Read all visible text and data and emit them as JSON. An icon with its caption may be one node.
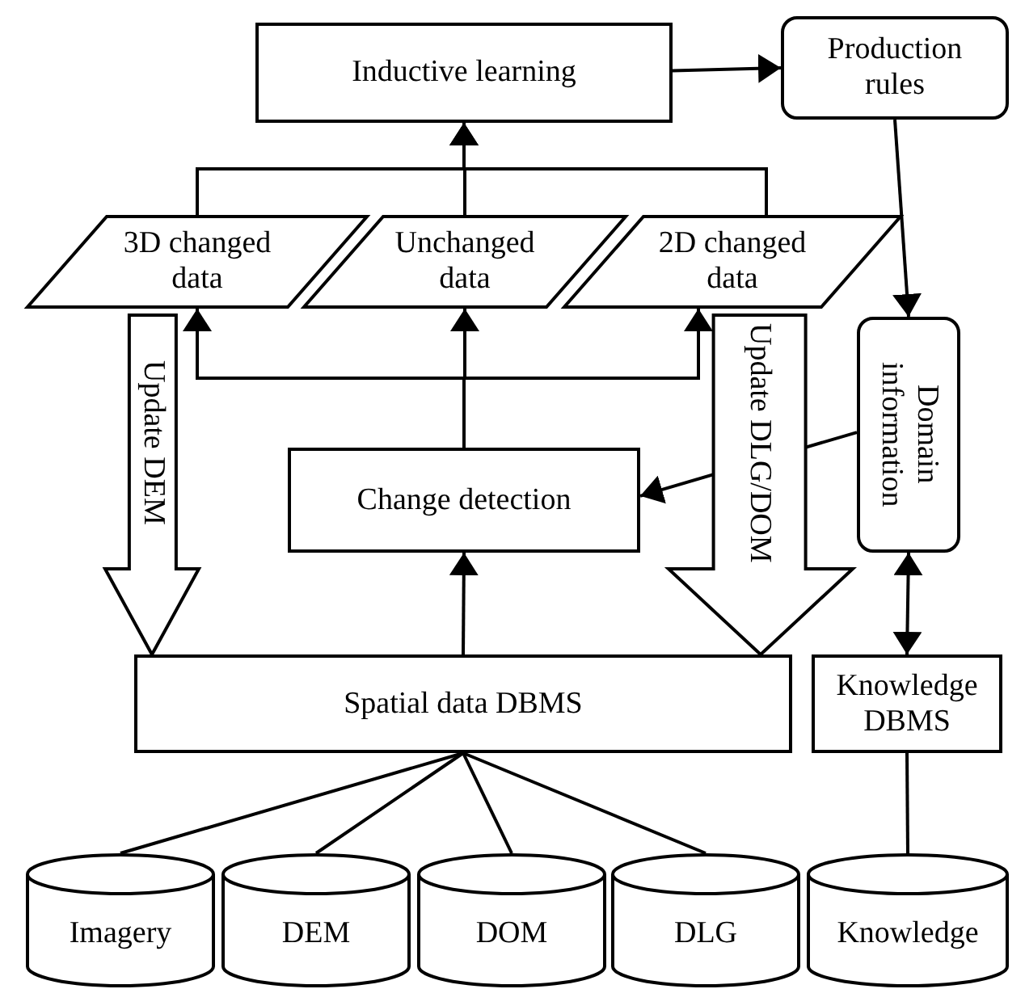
{
  "diagram": {
    "nodes": [
      {
        "text": [
          "Inductive learning"
        ]
      },
      {
        "text": [
          "Production rules"
        ]
      },
      {
        "text": [
          "3D changed data"
        ]
      },
      {
        "text": [
          "Unchanged data"
        ]
      },
      {
        "text": [
          "2D changed data"
        ]
      },
      {
        "text": [
          "Domain information"
        ]
      },
      {
        "text": [
          "Change detection"
        ]
      },
      {
        "text": [
          "Spatial data DBMS"
        ]
      },
      {
        "text": [
          "Knowledge DBMS"
        ]
      },
      {
        "text": [
          "Imagery"
        ]
      },
      {
        "text": [
          "DEM"
        ]
      },
      {
        "text": [
          "DOM"
        ]
      },
      {
        "text": [
          "DLG"
        ]
      },
      {
        "text": [
          "Knowledge"
        ]
      }
    ],
    "edges": [
      {
        "from": 0,
        "to": 1,
        "arrow": "to"
      },
      {
        "from": 1,
        "to": 5,
        "arrow": "to"
      },
      {
        "from": 2,
        "to": 0,
        "arrow": "to"
      },
      {
        "from": 3,
        "to": 0,
        "arrow": "to"
      },
      {
        "from": 4,
        "to": 0,
        "arrow": "to"
      },
      {
        "from": 6,
        "to": 2,
        "arrow": "to"
      },
      {
        "from": 6,
        "to": 3,
        "arrow": "to"
      },
      {
        "from": 6,
        "to": 4,
        "arrow": "to"
      },
      {
        "from": 7,
        "to": 6,
        "arrow": "to"
      },
      {
        "from": 5,
        "to": 6,
        "arrow": "to"
      },
      {
        "from": 5,
        "to": 8,
        "arrow": "both"
      },
      {
        "from": 2,
        "to": 7,
        "arrow": "to",
        "label": "Update DEM",
        "style": "thick"
      },
      {
        "from": 4,
        "to": 7,
        "arrow": "to",
        "label": "Update DLG/DOM",
        "style": "thick"
      },
      {
        "from": 7,
        "to": 9,
        "arrow": "none"
      },
      {
        "from": 7,
        "to": 10,
        "arrow": "none"
      },
      {
        "from": 7,
        "to": 11,
        "arrow": "none"
      },
      {
        "from": 7,
        "to": 12,
        "arrow": "none"
      },
      {
        "from": 8,
        "to": 13,
        "arrow": "none"
      }
    ]
  }
}
